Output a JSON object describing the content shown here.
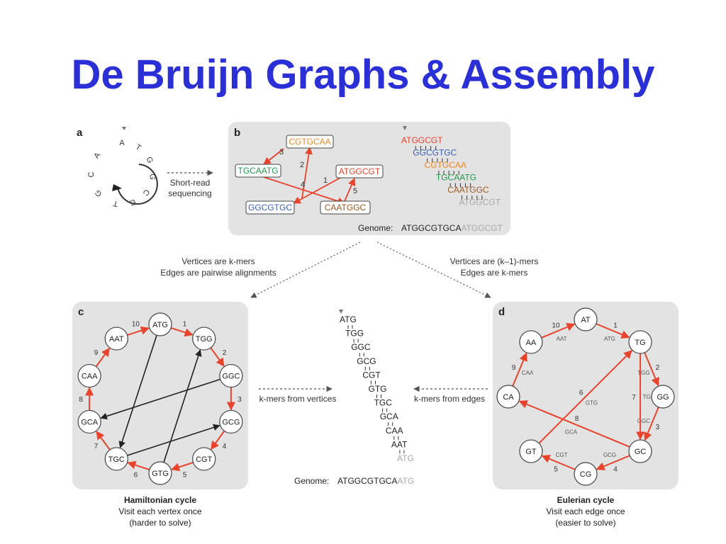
{
  "title": "De Bruijn Graphs & Assembly",
  "colors": {
    "title": "#2b2fd6",
    "panel": "#e3e3e3",
    "edge_red": "#e8432c",
    "edge_black": "#222222",
    "orange": "#f08a24",
    "blue": "#3a5fb8",
    "green": "#1d9a4c",
    "brown": "#9a5a22",
    "gray": "#a8a8a8"
  },
  "panel_a": {
    "label": "a",
    "circle_letters": [
      "A",
      "T",
      "G",
      "G",
      "C",
      "G",
      "T",
      "G",
      "C",
      "A"
    ],
    "arrow_text": [
      "Short-read",
      "sequencing"
    ]
  },
  "panel_b": {
    "label": "b",
    "reads": [
      "CGTGCAA",
      "TGCAATG",
      "ATGGCGT",
      "GGCGTGC",
      "CAATGGC"
    ],
    "edge_labels": [
      "1",
      "2",
      "3",
      "4",
      "5"
    ],
    "stack": [
      "ATGGCGT",
      "GGCGTGC",
      "CGTGCAA",
      "TGCAATG",
      "CAATGGC",
      "ATGGCGT"
    ],
    "genome_label": "Genome:",
    "genome_main": "ATGGCGTGCA",
    "genome_tail": "ATGGCGT"
  },
  "connectors": {
    "left": [
      "Vertices are k-mers",
      "Edges are pairwise alignments"
    ],
    "right": [
      "Vertices are (k–1)-mers",
      "Edges are k-mers"
    ]
  },
  "panel_c": {
    "label": "c",
    "nodes": [
      "ATG",
      "TGG",
      "GGC",
      "GCG",
      "CGT",
      "GTG",
      "TGC",
      "GCA",
      "CAA",
      "AAT"
    ],
    "edge_labels": [
      "1",
      "2",
      "3",
      "4",
      "5",
      "6",
      "7",
      "8",
      "9",
      "10"
    ],
    "caption": [
      "Hamiltonian cycle",
      "Visit each vertex once",
      "(harder to solve)"
    ]
  },
  "middle": {
    "kmers": [
      "ATG",
      "TGG",
      "GGC",
      "GCG",
      "CGT",
      "GTG",
      "TGC",
      "GCA",
      "CAA",
      "AAT",
      "ATG"
    ],
    "left_arrow_text": "k-mers from vertices",
    "right_arrow_text": "k-mers from edges",
    "genome_label": "Genome:",
    "genome_main": "ATGGCGTGCA",
    "genome_tail": "ATG"
  },
  "panel_d": {
    "label": "d",
    "nodes": [
      "AT",
      "TG",
      "GG",
      "GC",
      "CG",
      "GT",
      "CA",
      "AA"
    ],
    "edge_labels": [
      "1",
      "2",
      "3",
      "4",
      "5",
      "6",
      "7",
      "8",
      "9",
      "10"
    ],
    "edge_kmers": [
      "ATG",
      "TGG",
      "GGC",
      "GCG",
      "CGT",
      "GTG",
      "TGC",
      "GCA",
      "CAA",
      "AAT"
    ],
    "caption": [
      "Eulerian cycle",
      "Visit each edge once",
      "(easier to solve)"
    ]
  }
}
